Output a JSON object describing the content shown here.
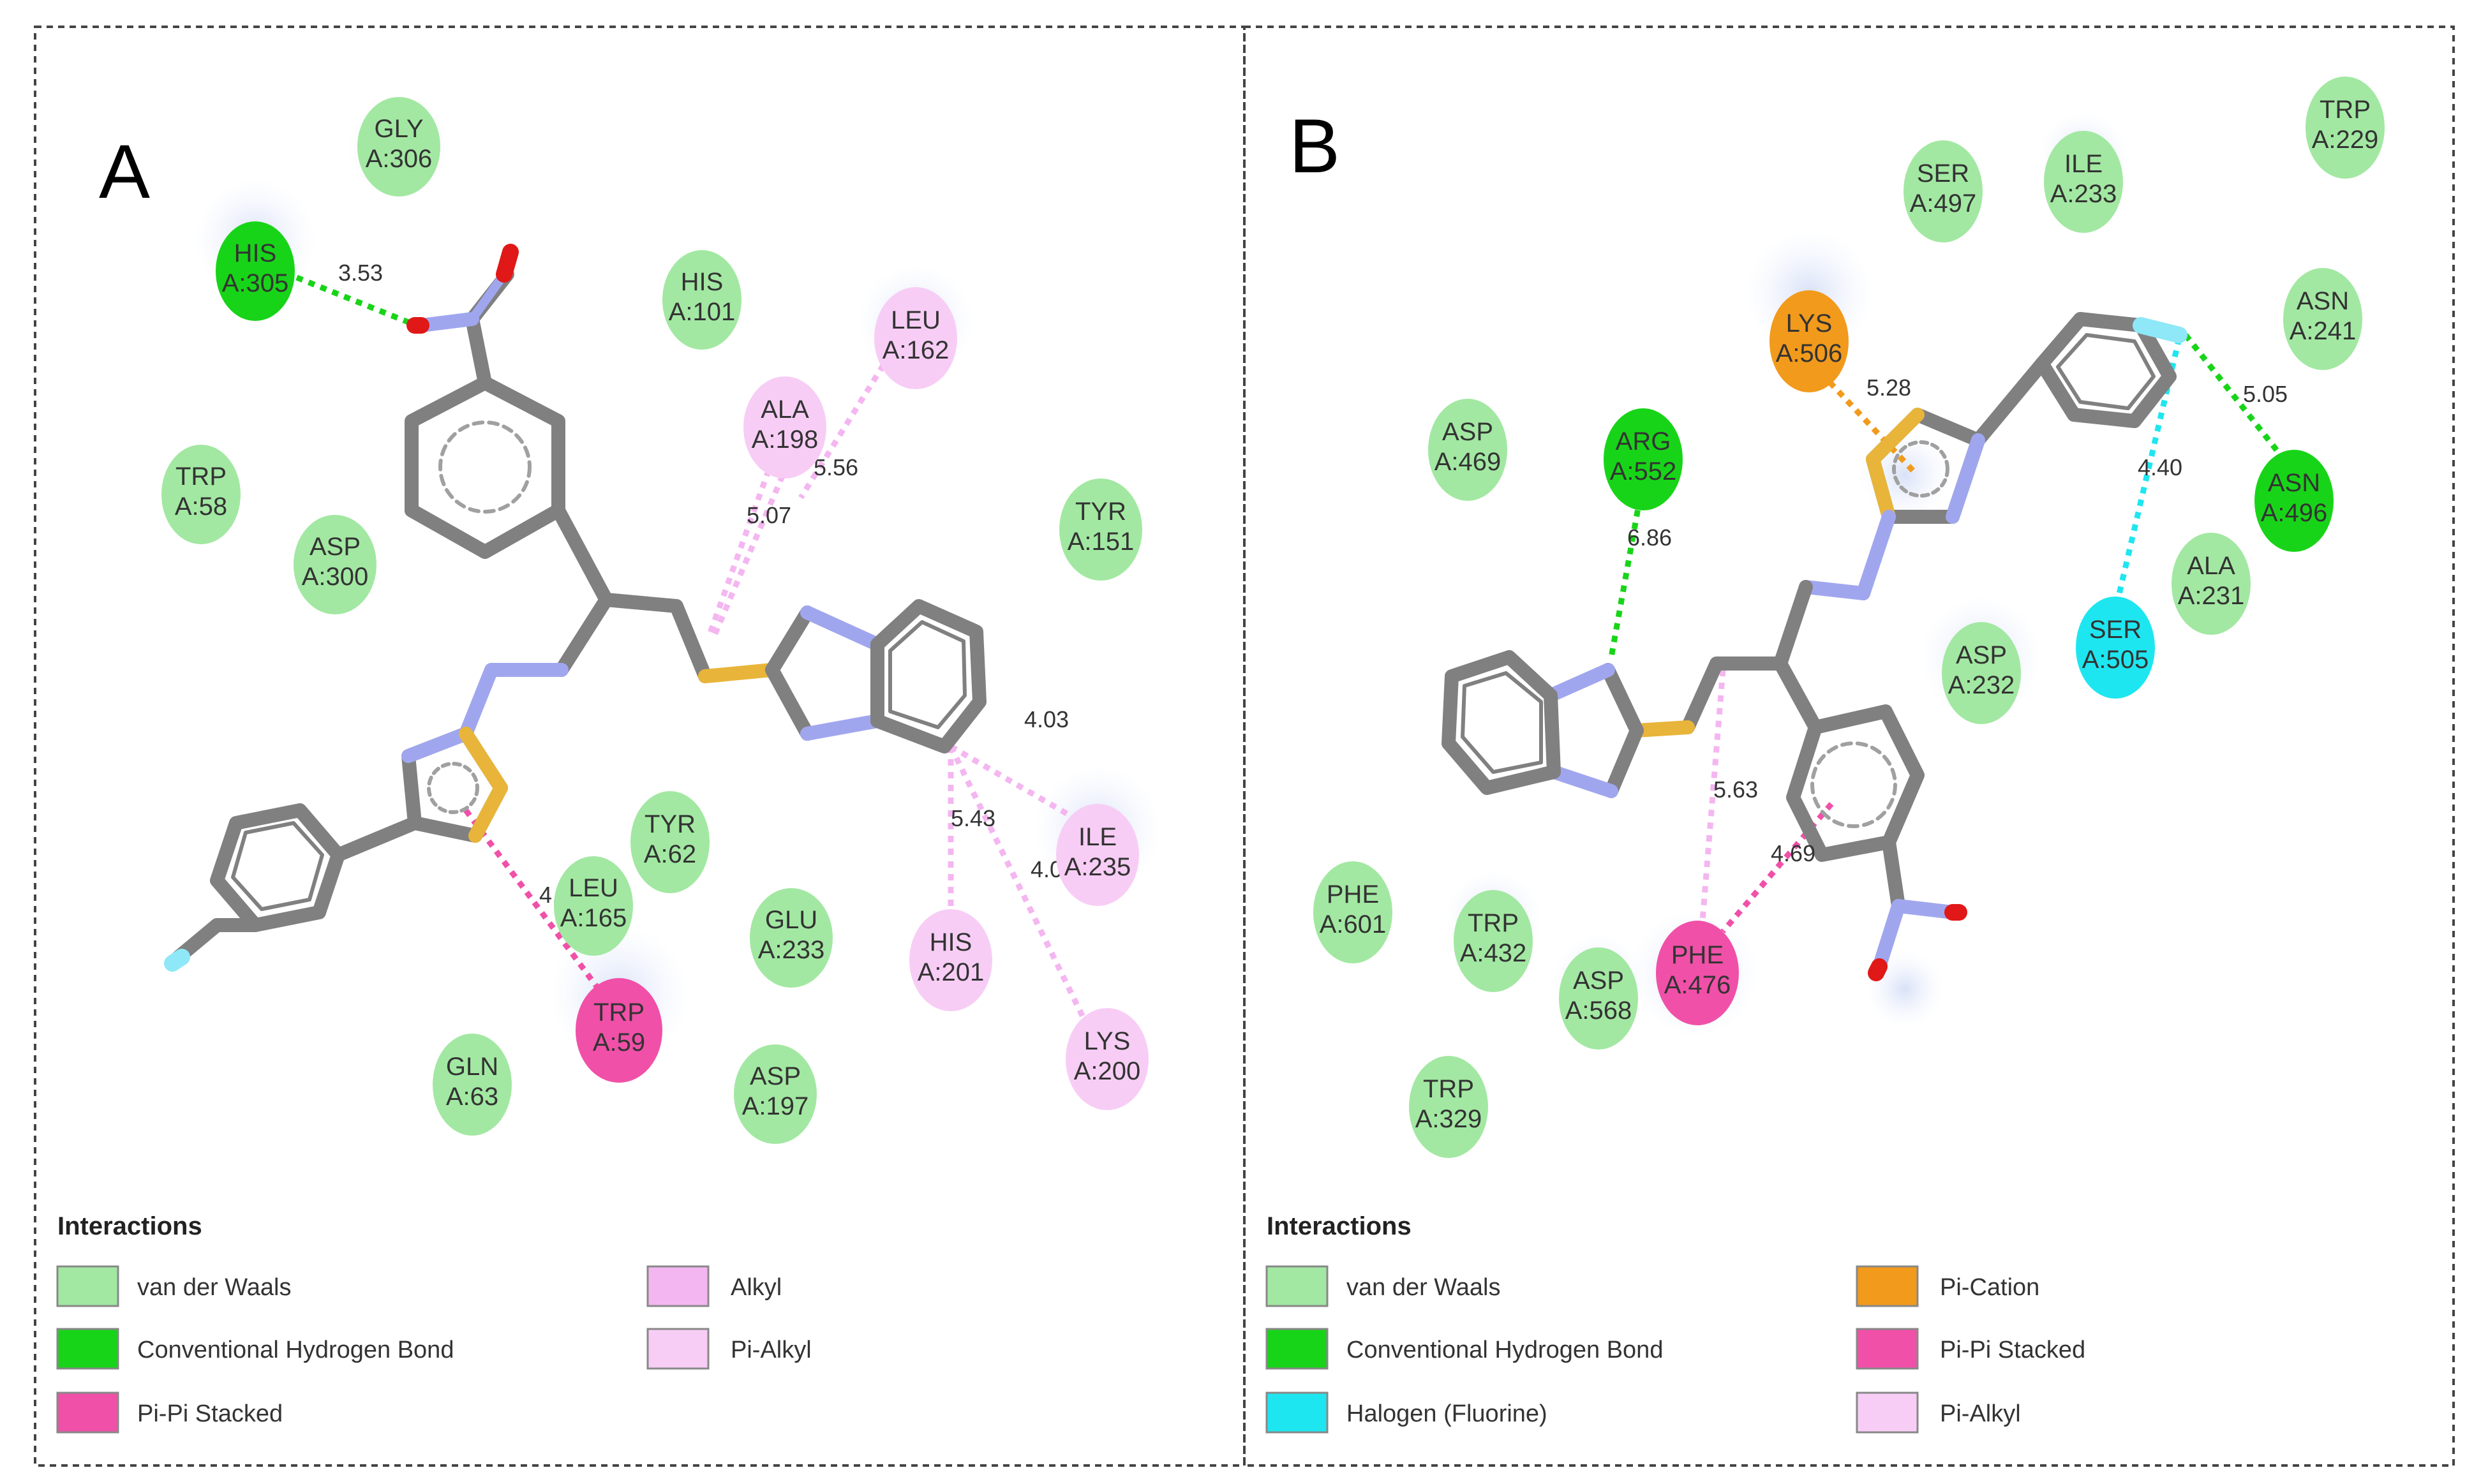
{
  "panels": [
    {
      "letter": "A",
      "residues": [
        {
          "name": "GLY",
          "id": "A:306",
          "type": "vdw"
        },
        {
          "name": "HIS",
          "id": "A:305",
          "type": "hbond"
        },
        {
          "name": "HIS",
          "id": "A:101",
          "type": "vdw"
        },
        {
          "name": "LEU",
          "id": "A:162",
          "type": "pialkyl"
        },
        {
          "name": "ALA",
          "id": "A:198",
          "type": "pialkyl"
        },
        {
          "name": "TRP",
          "id": "A:58",
          "type": "vdw"
        },
        {
          "name": "ASP",
          "id": "A:300",
          "type": "vdw"
        },
        {
          "name": "TYR",
          "id": "A:151",
          "type": "vdw"
        },
        {
          "name": "TYR",
          "id": "A:62",
          "type": "vdw"
        },
        {
          "name": "LEU",
          "id": "A:165",
          "type": "vdw"
        },
        {
          "name": "GLU",
          "id": "A:233",
          "type": "vdw"
        },
        {
          "name": "HIS",
          "id": "A:201",
          "type": "pialkyl"
        },
        {
          "name": "ILE",
          "id": "A:235",
          "type": "pialkyl"
        },
        {
          "name": "TRP",
          "id": "A:59",
          "type": "pipi"
        },
        {
          "name": "GLN",
          "id": "A:63",
          "type": "vdw"
        },
        {
          "name": "ASP",
          "id": "A:197",
          "type": "vdw"
        },
        {
          "name": "LYS",
          "id": "A:200",
          "type": "pialkyl"
        }
      ],
      "distances": [
        "3.53",
        "5.56",
        "5.07",
        "4.03",
        "5.43",
        "4.04",
        "4.96"
      ],
      "legend_title": "Interactions",
      "legend": [
        {
          "label": "van der Waals",
          "color": "#a2e8a2"
        },
        {
          "label": "Conventional Hydrogen Bond",
          "color": "#18d418"
        },
        {
          "label": "Pi-Pi Stacked",
          "color": "#f050a8"
        },
        {
          "label": "Alkyl",
          "color": "#f4b6f0"
        },
        {
          "label": "Pi-Alkyl",
          "color": "#f7cdf5"
        }
      ]
    },
    {
      "letter": "B",
      "residues": [
        {
          "name": "SER",
          "id": "A:497",
          "type": "vdw"
        },
        {
          "name": "ILE",
          "id": "A:233",
          "type": "vdw"
        },
        {
          "name": "TRP",
          "id": "A:229",
          "type": "vdw"
        },
        {
          "name": "LYS",
          "id": "A:506",
          "type": "pication"
        },
        {
          "name": "ASN",
          "id": "A:241",
          "type": "vdw"
        },
        {
          "name": "ASP",
          "id": "A:469",
          "type": "vdw"
        },
        {
          "name": "ARG",
          "id": "A:552",
          "type": "hbond"
        },
        {
          "name": "ASN",
          "id": "A:496",
          "type": "hbond"
        },
        {
          "name": "ALA",
          "id": "A:231",
          "type": "vdw"
        },
        {
          "name": "SER",
          "id": "A:505",
          "type": "halogen"
        },
        {
          "name": "ASP",
          "id": "A:232",
          "type": "vdw"
        },
        {
          "name": "PHE",
          "id": "A:601",
          "type": "vdw"
        },
        {
          "name": "TRP",
          "id": "A:432",
          "type": "vdw"
        },
        {
          "name": "ASP",
          "id": "A:568",
          "type": "vdw"
        },
        {
          "name": "PHE",
          "id": "A:476",
          "type": "pipi"
        },
        {
          "name": "TRP",
          "id": "A:329",
          "type": "vdw"
        }
      ],
      "distances": [
        "5.28",
        "5.05",
        "4.40",
        "6.86",
        "5.63",
        "4.69"
      ],
      "legend_title": "Interactions",
      "legend": [
        {
          "label": "van der Waals",
          "color": "#a2e8a2"
        },
        {
          "label": "Conventional Hydrogen Bond",
          "color": "#18d418"
        },
        {
          "label": "Halogen (Fluorine)",
          "color": "#1ee6f0"
        },
        {
          "label": "Pi-Cation",
          "color": "#f29a1c"
        },
        {
          "label": "Pi-Pi Stacked",
          "color": "#f050a8"
        },
        {
          "label": "Pi-Alkyl",
          "color": "#f7cdf5"
        }
      ]
    }
  ],
  "colors": {
    "vdw": "#a2e8a2",
    "hbond": "#18d418",
    "pipi": "#f050a8",
    "pialkyl": "#f7cdf5",
    "pication": "#f29a1c",
    "halogen": "#1ee6f0",
    "bond": "#808080",
    "nitrogen": "#a0a6ee",
    "sulfur": "#e8b53a",
    "oxygen": "#e01818",
    "fluorine": "#8ee8f8"
  }
}
